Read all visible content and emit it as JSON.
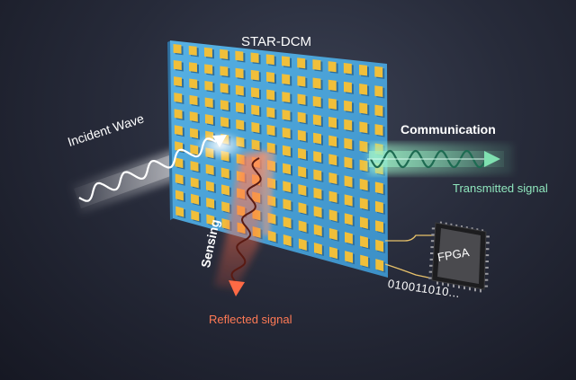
{
  "diagram": {
    "title": "STAR-DCM",
    "incident_label": "Incident Wave",
    "communication_label": "Communication",
    "transmitted_label": "Transmitted signal",
    "sensing_label": "Sensing",
    "reflected_label": "Reflected signal",
    "chip_label": "FPGA",
    "bitstream": "010011010..."
  },
  "colors": {
    "panel": "#4aa3d8",
    "element_gold": "#f0bf3a",
    "reflected": "#ff7a55",
    "transmitted": "#7fe0b0",
    "wire": "#e8c26a",
    "chip": "#2a2a2a"
  }
}
